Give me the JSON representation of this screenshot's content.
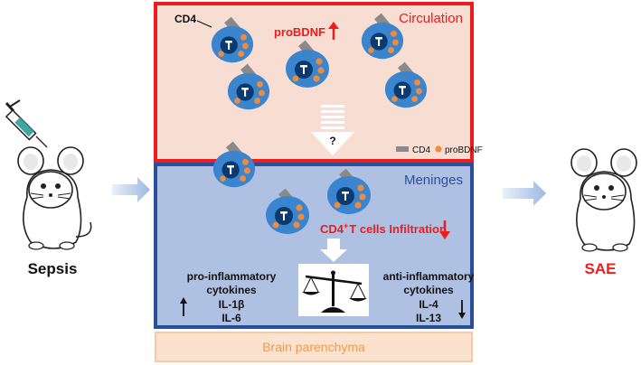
{
  "left_label": "Sepsis",
  "right_label": "SAE",
  "circulation": {
    "title": "Circulation",
    "cd4_label": "CD4",
    "probdnf_label": "proBDNF",
    "question": "?",
    "legend": {
      "cd4": "CD4",
      "probdnf": "proBDNF"
    }
  },
  "meninges": {
    "title": "Meninges",
    "infiltration_prefix": "CD4",
    "infiltration_sup": "+",
    "infiltration_suffix": "T cells Infiltration",
    "pro": {
      "l1": "pro-inflammatory",
      "l2": "cytokines",
      "l3": "IL-1β",
      "l4": "IL-6"
    },
    "anti": {
      "l1": "anti-inflammatory",
      "l2": "cytokines",
      "l3": "IL-4",
      "l4": "IL-13"
    }
  },
  "parenchyma": {
    "label": "Brain parenchyma"
  },
  "cell_letter": "T",
  "colors": {
    "red": "#ee1c1c",
    "cell_outer": "#3b85cf",
    "cell_inner": "#0d3a6e",
    "dot": "#ef8b3c",
    "receptor": "#8a8a8a",
    "circ_fill": "#f8ddd2",
    "men_fill": "#aec1e3",
    "men_border": "#2a4f9a",
    "par_fill": "#fbe2cf",
    "par_text": "#ef9a4f",
    "flow_arrow": "#bcd0ec"
  }
}
